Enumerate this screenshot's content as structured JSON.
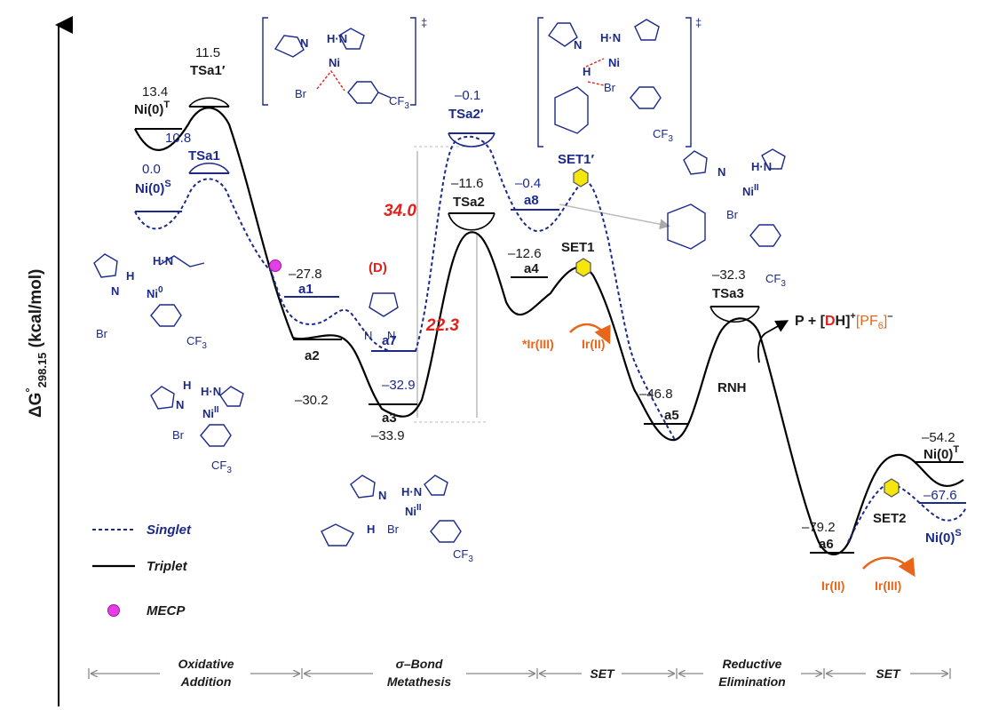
{
  "axis": {
    "ylabel_main": "ΔG",
    "ylabel_degree": "°",
    "ylabel_sub": "298.15",
    "ylabel_unit": " (kcal/mol)"
  },
  "states": {
    "ni0_t_val": "13.4",
    "ni0_t_name": "Ni(0)",
    "ni0_t_sup": "T",
    "tsa1p_val": "11.5",
    "tsa1p_name": "TSa1′",
    "tsa1_val": "10.8",
    "tsa1_name": "TSa1",
    "ni0_s_val": "0.0",
    "ni0_s_name": "Ni(0)",
    "ni0_s_sup": "S",
    "a1_val": "–27.8",
    "a1_name": "a1",
    "a2_val": "–30.2",
    "a2_name": "a2",
    "a3_val": "–33.9",
    "a3_name": "a3",
    "a7_val": "–32.9",
    "a7_name": "a7",
    "d_label": "(D)",
    "tsa2p_val": "–0.1",
    "tsa2p_name": "TSa2′",
    "tsa2_val": "–11.6",
    "tsa2_name": "TSa2",
    "a8_val": "–0.4",
    "a8_name": "a8",
    "set1p_name": "SET1′",
    "set1_name": "SET1",
    "a4_val": "–12.6",
    "a4_name": "a4",
    "a5_val": "–46.8",
    "a5_name": "a5",
    "tsa3_val": "–32.3",
    "tsa3_name": "TSa3",
    "a6_val": "–79.2",
    "a6_name": "a6",
    "set2_name": "SET2",
    "ni0_t2_val": "–54.2",
    "ni0_t2_name": "Ni(0)",
    "ni0_t2_sup": "T",
    "ni0_s2_val": "–67.6",
    "ni0_s2_name": "Ni(0)",
    "ni0_s2_sup": "S"
  },
  "barriers": {
    "b1": "34.0",
    "b2": "22.3"
  },
  "annotations": {
    "ir1_from": "*Ir(III)",
    "ir1_to": "Ir(II)",
    "ir2_from": "Ir(II)",
    "ir2_to": "Ir(III)",
    "rnh": "RNH",
    "product_p": "P + [",
    "product_d": "D",
    "product_h": "H]",
    "product_plus": "+",
    "product_pf": "[PF",
    "product_6": "6",
    "product_close": "]",
    "product_minus": "–",
    "dagger": "‡"
  },
  "legend": {
    "singlet": "Singlet",
    "triplet": "Triplet",
    "mecp": "MECP"
  },
  "phases": [
    [
      "Oxidative",
      "Addition"
    ],
    [
      "σ–Bond",
      "Metathesis"
    ],
    [
      "SET"
    ],
    [
      "Reductive",
      "Elimination"
    ],
    [
      "SET"
    ]
  ],
  "mol": {
    "n": "N",
    "nh": "H·N",
    "h": "H",
    "ni": "Ni",
    "ni0": "Ni",
    "sup0": "0",
    "supII": "II",
    "br": "Br",
    "brm": "Br",
    "cf3": "CF",
    "three": "3"
  },
  "colors": {
    "singlet": "#1b2a8c",
    "triplet": "#000000",
    "accent": "#e0201b",
    "ir": "#e8651a",
    "mecp": "#e63de6"
  }
}
